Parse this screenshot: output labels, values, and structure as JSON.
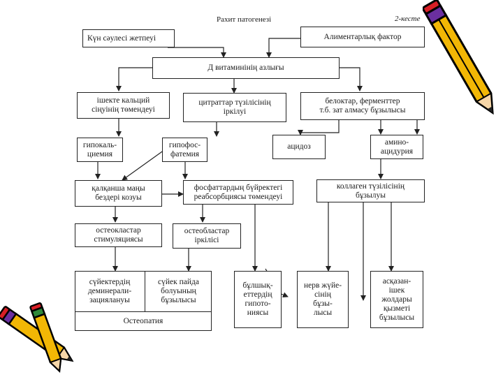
{
  "header": {
    "title": "Рахит патогенезі",
    "page_label": "2-кесте"
  },
  "boxes": {
    "sun": "Күн сәулесі  жетпеуі",
    "diet": "Алиментарлық фактор",
    "vitd": "Д  витаминінің  азлығы",
    "intestine": "ішекте кальций\nсіңуінің  төмендеуі",
    "citrate": "цитраттар  түзілісінің\nіркілуі",
    "protein": "белоктар, ферменттер\nт.б.  зат алмасу  бұзылысы",
    "hypocal": "гипокаль-\nциемия",
    "hypophos": "гипофос-\nфатемия",
    "acidosis": "ацидоз",
    "amino": "амино-\nацидурия",
    "thyroid": "қалқанша маңы\nбездері  козуы",
    "phosphate": "фосфаттардың бүйректегі\nреабсорбциясы төмендеуі",
    "collagen": "коллаген түзілісінің\nбұзылуы",
    "osteoclast": "остеокластар\nстимуляциясы",
    "osteoblast": "остеобластар\nіркілісі",
    "demineral": "сүйектердің\nдеминерали-\nзациялануы",
    "boneform": "сүйек пайда\nболуының\nбұзылысы",
    "hypotonia": "бұлшық-\nеттердің\nгипото-\nниясы",
    "nervous": "нерв жүйе-\nсінің\nбұзы-\nлысы",
    "gi": "асқазан-\nішек\nжолдары\nқызметі\nбұзылысы",
    "osteopathy": "Остеопатия"
  },
  "decor": {
    "pencil_top_right": "pencil-icon",
    "pencil_bottom_left": "pencil-icon",
    "pencil_color": "#f2b705",
    "pencil_tip": "#d81f26",
    "pencil_band": "#6b2fa0"
  }
}
